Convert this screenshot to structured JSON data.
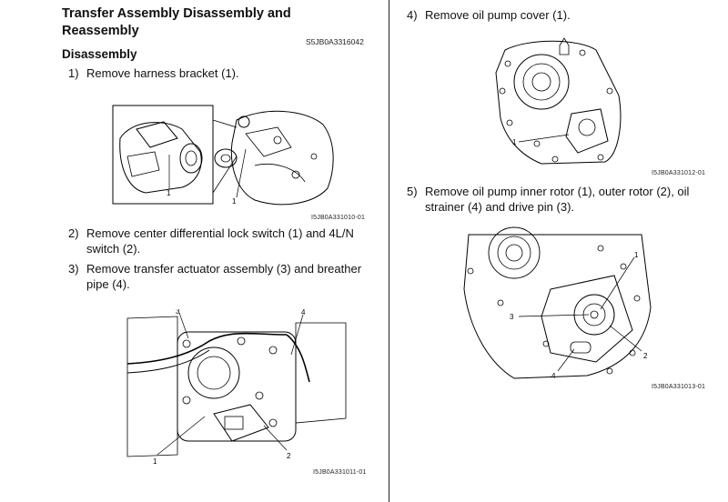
{
  "title": "Transfer Assembly Disassembly and Reassembly",
  "doc_id": "S5JB0A3316042",
  "section": "Disassembly",
  "steps_left": [
    {
      "num": "1)",
      "text": "Remove harness bracket (1)."
    },
    {
      "num": "2)",
      "text": "Remove center differential lock switch (1) and 4L/N switch (2)."
    },
    {
      "num": "3)",
      "text": "Remove transfer actuator assembly (3) and breather pipe (4)."
    }
  ],
  "steps_right": [
    {
      "num": "4)",
      "text": "Remove oil pump cover (1)."
    },
    {
      "num": "5)",
      "text": "Remove oil pump inner rotor (1), outer rotor (2), oil strainer (4) and drive pin (3)."
    }
  ],
  "figures": [
    {
      "caption": "I5JB0A331010-01",
      "callouts": [
        "1",
        "1"
      ]
    },
    {
      "caption": "I5JB0A331011-01",
      "callouts": [
        "3",
        "4",
        "1",
        "2"
      ]
    },
    {
      "caption": "I5JB0A331012-01",
      "callouts": [
        "1"
      ]
    },
    {
      "caption": "I5JB0A331013-01",
      "callouts": [
        "1",
        "3",
        "2",
        "4"
      ]
    }
  ]
}
